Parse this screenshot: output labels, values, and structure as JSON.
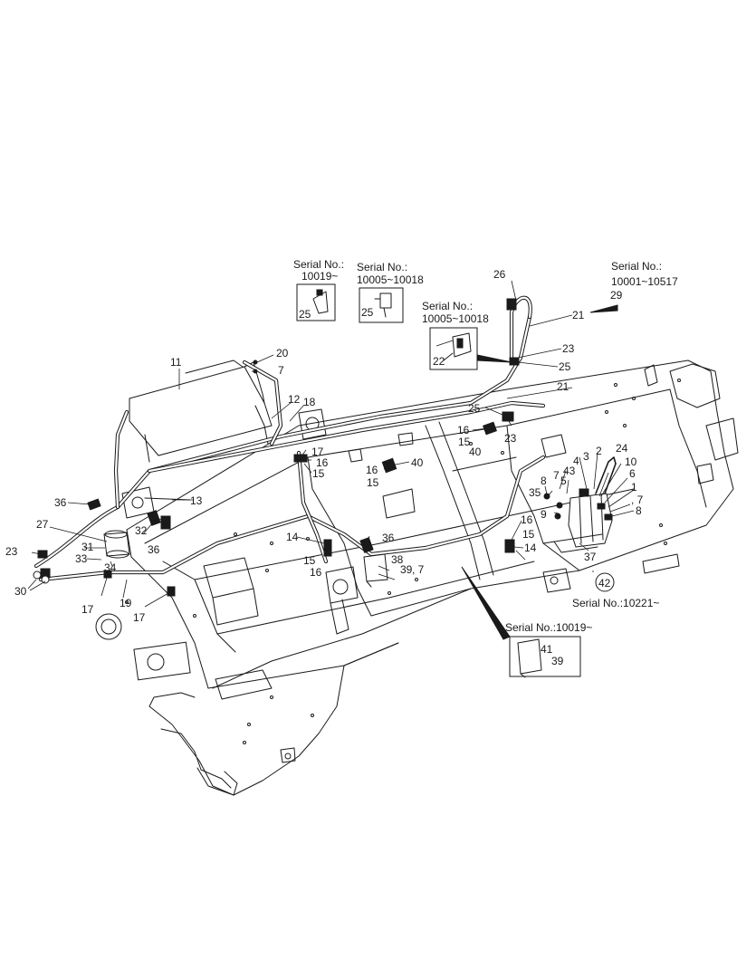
{
  "callouts": {
    "c1": "1",
    "c2": "2",
    "c3": "3",
    "c4": "4",
    "c5": "5",
    "c6": "6",
    "c7a": "7",
    "c7b": "7",
    "c8a": "8",
    "c8b": "8",
    "c9": "9",
    "c10": "10",
    "c11": "11",
    "c12": "12",
    "c13": "13",
    "c14a": "14",
    "c14b": "14",
    "c15a": "15",
    "c15b": "15",
    "c15c": "15",
    "c15d": "15",
    "c15e": "15",
    "c16a": "16",
    "c16b": "16",
    "c16c": "16",
    "c16d": "16",
    "c16e": "16",
    "c17a": "17",
    "c17b": "17",
    "c17c": "17",
    "c18": "18",
    "c19": "19",
    "c20": "20",
    "c21a": "21",
    "c21b": "21",
    "c22": "22",
    "c23a": "23",
    "c23b": "23",
    "c23c": "23",
    "c24": "24",
    "c25a": "25",
    "c25b": "25",
    "c25c": "25",
    "c25d": "25",
    "c26": "26",
    "c27": "27",
    "c29": "29",
    "c30": "30",
    "c31": "31",
    "c32": "32",
    "c33": "33",
    "c34": "34",
    "c35": "35",
    "c36a": "36",
    "c36b": "36",
    "c36c": "36",
    "c37": "37",
    "c38": "38",
    "c39a": "39",
    "c39b": "39",
    "c40a": "40",
    "c40b": "40",
    "c41": "41",
    "c42": "42",
    "c43": "43",
    "c7c": ", 7",
    "c7d": ", 7"
  },
  "serials": {
    "s1_label": "Serial No.:",
    "s1_value": "10019~",
    "s2_label": "Serial No.:",
    "s2_value": "10005~10018",
    "s3_label": "Serial No.:",
    "s3_value": "10005~10018",
    "s4_label": "Serial No.:",
    "s4_value": "10001~10517",
    "s5": "Serial No.:10221~",
    "s6": "Serial No.:10019~"
  }
}
